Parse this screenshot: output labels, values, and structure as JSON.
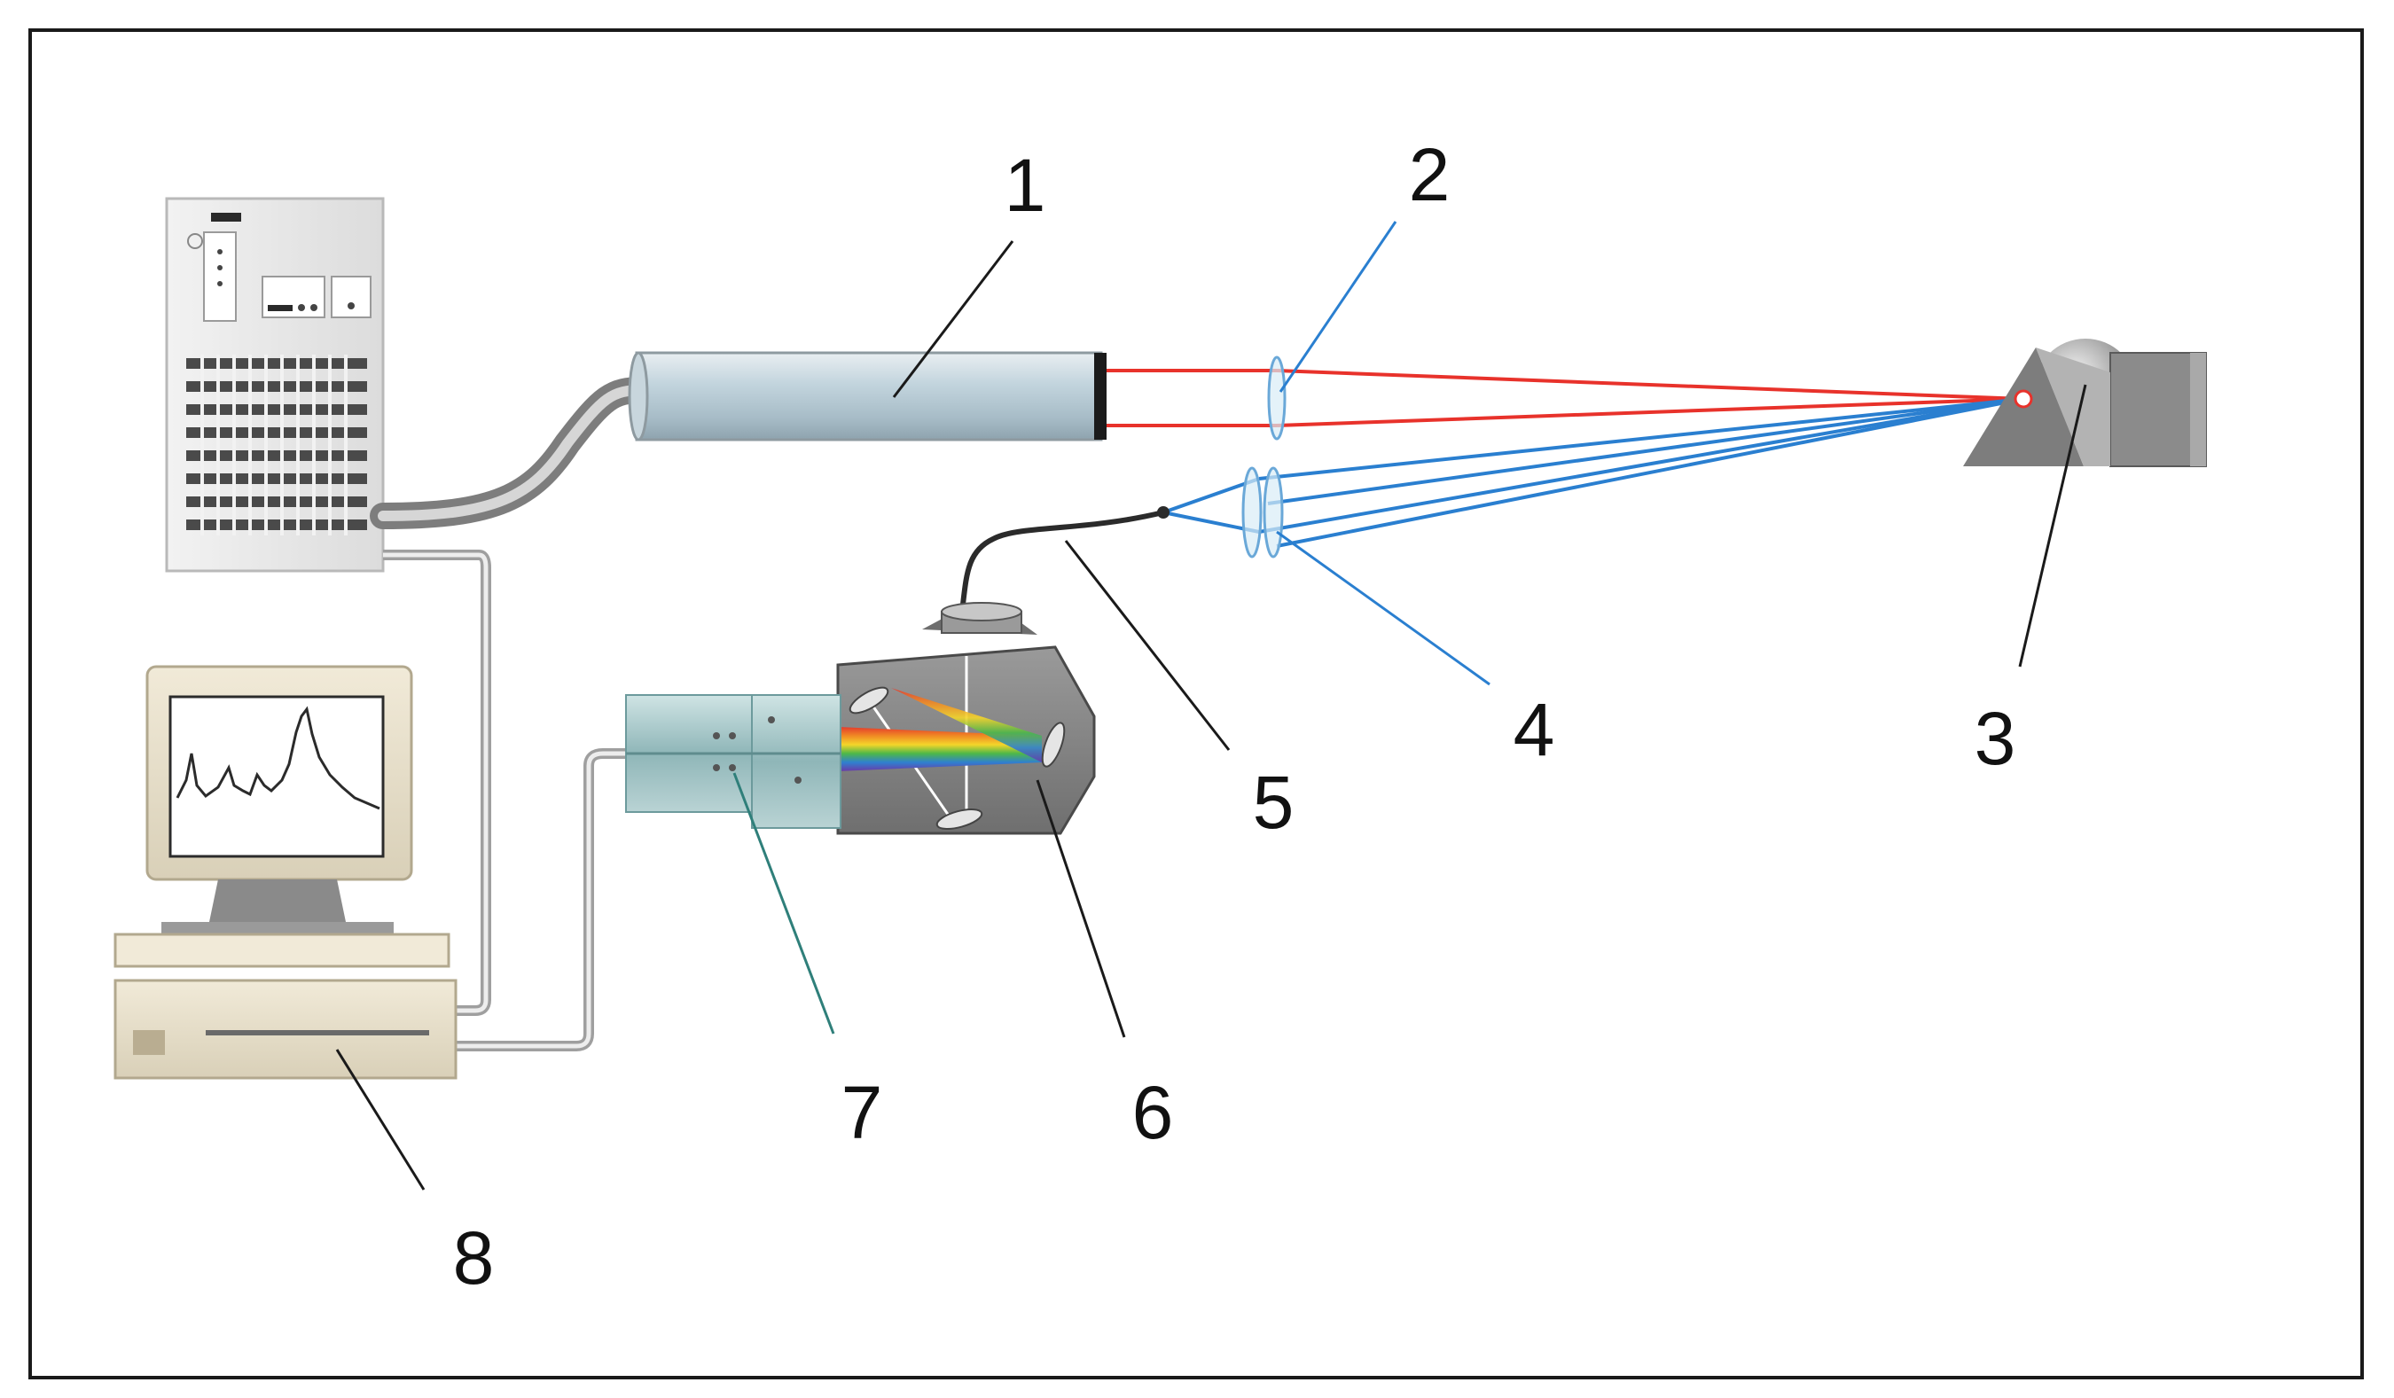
{
  "diagram": {
    "labels": {
      "laser": "1",
      "lens_focus": "2",
      "sample": "3",
      "lens_collect": "4",
      "fiber": "5",
      "spectrograph": "6",
      "detector": "7",
      "computer": "8"
    }
  },
  "colors": {
    "laser_beam": "#e8322b",
    "scatter_beam": "#2a7fd0",
    "leader_dark": "#1a1a1a",
    "leader_blue": "#2a7fd0",
    "leader_teal": "#2f7f7a",
    "frame": "#1a1a1a"
  },
  "icons": {
    "power_supply": "power-supply-icon",
    "laser": "laser-tube-icon",
    "computer": "computer-icon",
    "spectrograph": "spectrograph-icon",
    "sample": "sample-holder-icon"
  }
}
